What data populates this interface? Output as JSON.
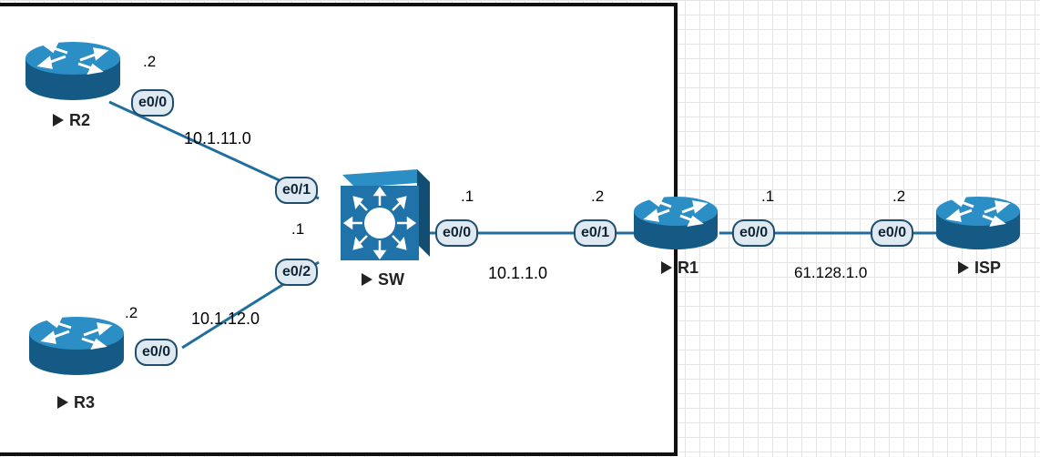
{
  "devices": {
    "r2": {
      "name": "R2"
    },
    "r3": {
      "name": "R3"
    },
    "sw": {
      "name": "SW"
    },
    "r1": {
      "name": "R1"
    },
    "isp": {
      "name": "ISP"
    }
  },
  "interfaces": {
    "r2_e00": "e0/0",
    "r3_e00": "e0/0",
    "sw_e01": "e0/1",
    "sw_e02": "e0/2",
    "sw_e00": "e0/0",
    "r1_e01": "e0/1",
    "r1_e00": "e0/0",
    "isp_e00": "e0/0"
  },
  "host_ids": {
    "r2": ".2",
    "r3": ".2",
    "sw_upper": ".1",
    "sw_right": ".1",
    "r1_left": ".2",
    "r1_right": ".1",
    "isp": ".2"
  },
  "networks": {
    "r2_sw": "10.1.11.0",
    "r3_sw": "10.1.12.0",
    "sw_r1": "10.1.1.0",
    "r1_isp": "61.128.1.0"
  },
  "colors": {
    "device_blue": "#1f6e9e",
    "link": "#1f6e9e"
  }
}
